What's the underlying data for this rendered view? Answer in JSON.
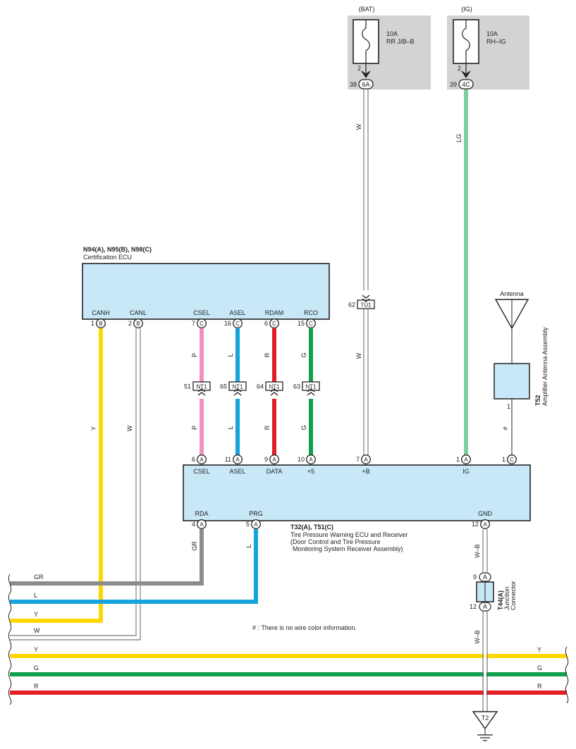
{
  "fuses": [
    {
      "source": "(BAT)",
      "rating": "10A",
      "name": "RR J/B–B",
      "pin": "2",
      "conn_pin": "38",
      "conn": "6A"
    },
    {
      "source": "(IG)",
      "rating": "10A",
      "name": "RH–IG",
      "pin": "2",
      "conn_pin": "39",
      "conn": "4C"
    }
  ],
  "cert_ecu": {
    "title": "N94(A), N95(B), N98(C)",
    "subtitle": "Certification ECU",
    "pins": [
      {
        "name": "CANH",
        "num": "1",
        "conn": "B"
      },
      {
        "name": "CANL",
        "num": "2",
        "conn": "B"
      },
      {
        "name": "CSEL",
        "num": "7",
        "conn": "C"
      },
      {
        "name": "ASEL",
        "num": "16",
        "conn": "C"
      },
      {
        "name": "RDAM",
        "num": "6",
        "conn": "C"
      },
      {
        "name": "RCO",
        "num": "15",
        "conn": "C"
      }
    ]
  },
  "tpms_ecu": {
    "title": "T32(A), T51(C)",
    "desc1": "Tire Pressure Warning ECU and Receiver",
    "desc2": "(Door Control and Tire Pressure",
    "desc3": "Monitoring System Receiver Assembly)",
    "top_pins": [
      {
        "name": "CSEL",
        "num": "6",
        "conn": "A"
      },
      {
        "name": "ASEL",
        "num": "11",
        "conn": "A"
      },
      {
        "name": "DATA",
        "num": "9",
        "conn": "A"
      },
      {
        "name": "+5",
        "num": "10",
        "conn": "A"
      },
      {
        "name": "+B",
        "num": "7",
        "conn": "A"
      },
      {
        "name": "IG",
        "num": "1",
        "conn": "A"
      },
      {
        "name": "",
        "num": "1",
        "conn": "C"
      }
    ],
    "bottom_pins": [
      {
        "name": "RDA",
        "num": "4",
        "conn": "A"
      },
      {
        "name": "PRG",
        "num": "5",
        "conn": "A"
      },
      {
        "name": "GND",
        "num": "12",
        "conn": "A"
      }
    ]
  },
  "inline_connectors": [
    {
      "pin": "51",
      "name": "NT1"
    },
    {
      "pin": "65",
      "name": "NT1"
    },
    {
      "pin": "64",
      "name": "NT1"
    },
    {
      "pin": "63",
      "name": "NT1"
    },
    {
      "pin": "62",
      "name": "TU1"
    }
  ],
  "wire_labels": {
    "bat": "W",
    "ig": "LG",
    "tu1_lower": "W",
    "canh": "Y",
    "canl": "W",
    "csel_upper": "P",
    "csel_lower": "P",
    "asel_upper": "L",
    "asel_lower": "L",
    "rdam_upper": "R",
    "rdam_lower": "R",
    "rco_upper": "G",
    "rco_lower": "G",
    "antenna": "#",
    "rda": "GR",
    "prg": "L",
    "gnd_upper": "W–B",
    "gnd_lower": "W–B"
  },
  "antenna": {
    "label": "Antenna",
    "code": "T52",
    "name": "Amplifier Antenna Assembly",
    "pin": "1"
  },
  "junction": {
    "code": "T44(A)",
    "name1": "Junction",
    "name2": "Connector",
    "pin_top": "9",
    "pin_bottom": "12",
    "conn": "A"
  },
  "ground": {
    "code": "T2"
  },
  "bus": [
    {
      "label": "GR",
      "color": "#8c8c8c"
    },
    {
      "label": "L",
      "color": "#15a4e0"
    },
    {
      "label": "Y",
      "color": "#ffd700"
    },
    {
      "label": "W",
      "color": "#bdbdbd"
    },
    {
      "label": "Y",
      "label_right": "Y",
      "color": "#ffd700"
    },
    {
      "label": "G",
      "label_right": "G",
      "color": "#10a24a"
    },
    {
      "label": "R",
      "label_right": "R",
      "color": "#e21f26"
    }
  ],
  "note": "# : There is no wire color information.",
  "colors": {
    "ecu_fill": "#c8e8f7",
    "fuse_bg": "#d3d3d4",
    "yellow": "#ffd700",
    "pink": "#f291bd",
    "blue": "#15a4e0",
    "red": "#e21f26",
    "green": "#10a24a",
    "light_green": "#7fcca0",
    "gray": "#8c8c8c",
    "white_wire": "#bdbdbd"
  }
}
